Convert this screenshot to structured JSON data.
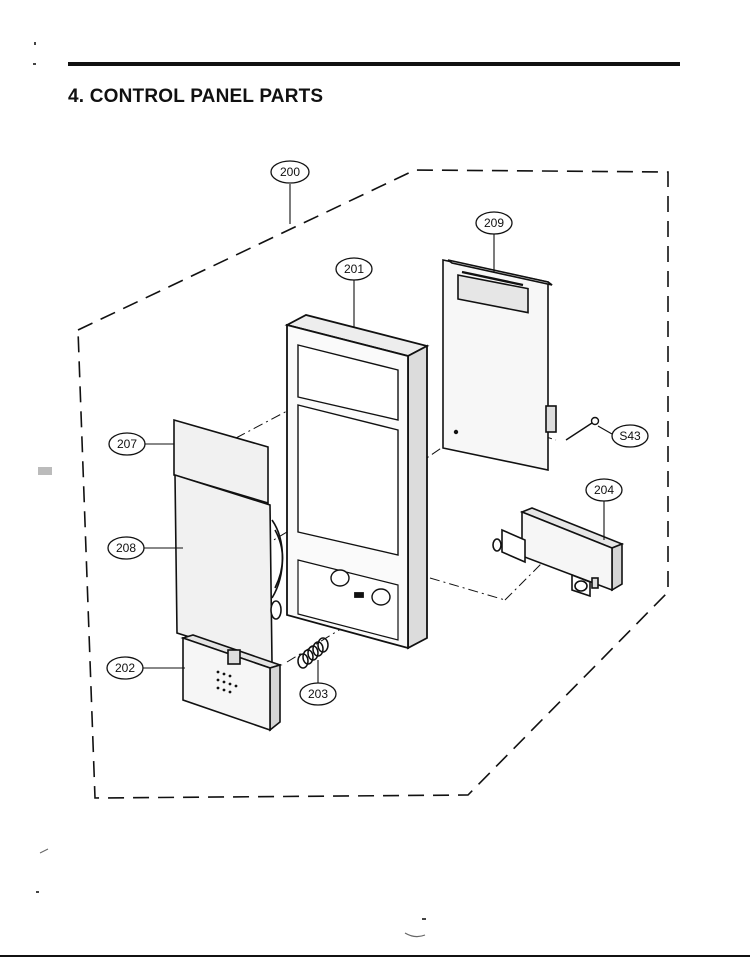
{
  "header": {
    "title": "4. CONTROL PANEL PARTS"
  },
  "callouts": {
    "p200": "200",
    "p201": "201",
    "p209": "209",
    "p207": "207",
    "p208": "208",
    "p202": "202",
    "p203": "203",
    "p204": "204",
    "s43": "S43"
  }
}
